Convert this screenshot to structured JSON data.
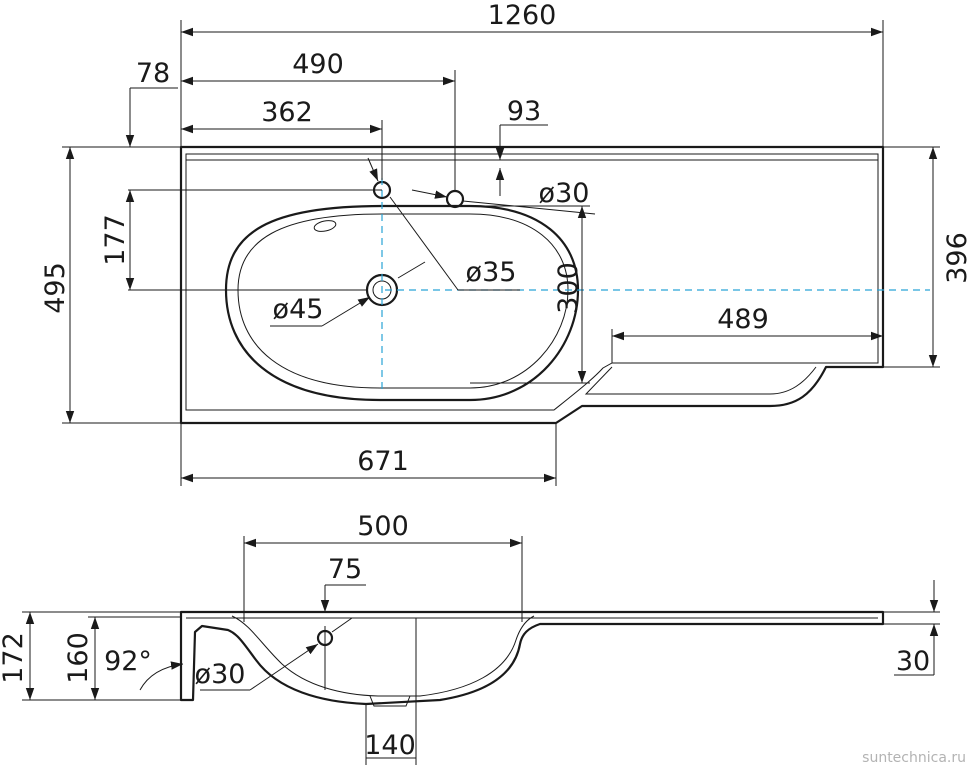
{
  "top_view": {
    "dims": {
      "overall_width": "1260",
      "tap_to_left": "490",
      "drain_to_left": "362",
      "left_offset": "78",
      "hole_spacing": "93",
      "overflow_diameter": "ø30",
      "overall_depth": "495",
      "drain_to_back": "177",
      "drain_diameter": "ø45",
      "tap_diameter": "ø35",
      "bowl_depth": "300",
      "shelf_depth": "396",
      "shelf_width": "489",
      "front_width": "671"
    }
  },
  "side_view": {
    "dims": {
      "bowl_width": "500",
      "overflow_offset": "75",
      "overall_height": "172",
      "bowl_height": "160",
      "angle": "92°",
      "overflow_diameter": "ø30",
      "shelf_thickness": "30",
      "outlet": "140"
    }
  },
  "watermark": "suntechnica.ru"
}
